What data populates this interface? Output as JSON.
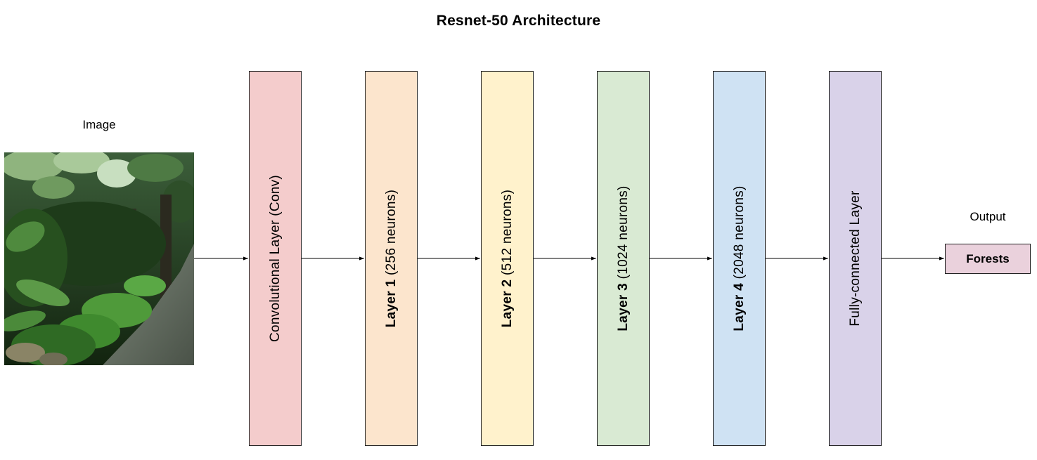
{
  "title": "Resnet-50 Architecture",
  "input": {
    "caption": "Image"
  },
  "output": {
    "caption": "Output",
    "label": "Forests",
    "color": "#ead1dc"
  },
  "layers": [
    {
      "name": "conv-layer",
      "bold": "",
      "text": "Convolutional Layer (Conv)",
      "color": "#f4cccc"
    },
    {
      "name": "layer-1",
      "bold": "Layer 1",
      "text": " (256 neurons)",
      "color": "#fce5cd"
    },
    {
      "name": "layer-2",
      "bold": "Layer 2",
      "text": " (512 neurons)",
      "color": "#fff2cc"
    },
    {
      "name": "layer-3",
      "bold": "Layer 3",
      "text": " (1024 neurons)",
      "color": "#d9ead3"
    },
    {
      "name": "layer-4",
      "bold": "Layer 4",
      "text": " (2048 neurons)",
      "color": "#cfe2f3"
    },
    {
      "name": "fc-layer",
      "bold": "",
      "text": "Fully-connected Layer",
      "color": "#d9d2e9"
    }
  ]
}
